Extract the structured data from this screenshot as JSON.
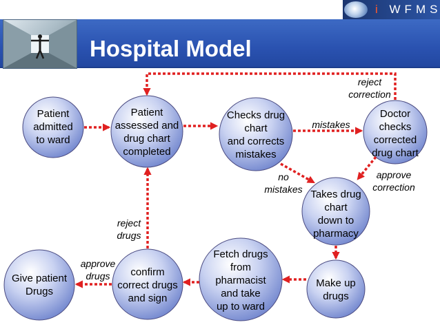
{
  "slide": {
    "title": "Hospital Model",
    "logo": {
      "first_letter": "i",
      "rest": "WFMS"
    },
    "colors": {
      "header": "#2a52b0",
      "node_fill": "#aebbe6",
      "arrow": "#e02020"
    }
  },
  "nodes": [
    {
      "id": "admitted",
      "label": "Patient\nadmitted\nto ward"
    },
    {
      "id": "assessed",
      "label": "Patient\nassessed and\ndrug chart\ncompleted"
    },
    {
      "id": "checks",
      "label": "Checks drug\nchart\nand corrects\nmistakes"
    },
    {
      "id": "doctor",
      "label": "Doctor\nchecks\ncorrected\ndrug chart"
    },
    {
      "id": "pharmacy",
      "label": "Takes drug\nchart\ndown to\npharmacy"
    },
    {
      "id": "makeup",
      "label": "Make up\ndrugs"
    },
    {
      "id": "fetch",
      "label": "Fetch drugs\nfrom\npharmacist\nand take\nup to ward"
    },
    {
      "id": "confirm",
      "label": "confirm\ncorrect drugs\nand sign"
    },
    {
      "id": "give",
      "label": "Give patient\nDrugs"
    }
  ],
  "edge_labels": {
    "reject_correction": "reject\ncorrection",
    "mistakes": "mistakes",
    "no_mistakes": "no\nmistakes",
    "approve_correction": "approve\ncorrection",
    "reject_drugs": "reject\ndrugs",
    "approve_drugs": "approve\ndrugs"
  }
}
